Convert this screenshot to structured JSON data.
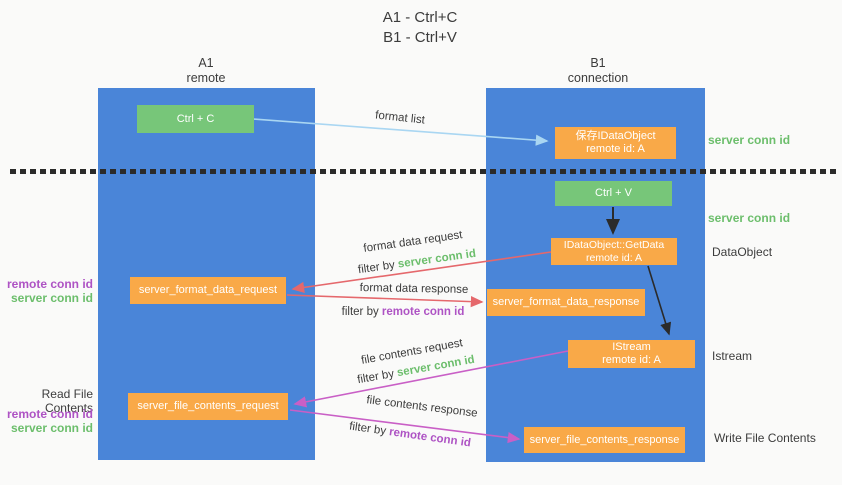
{
  "title": {
    "line1": "A1 - Ctrl+C",
    "line2": "B1 - Ctrl+V"
  },
  "lanes": {
    "left": {
      "name": "A1",
      "role": "remote"
    },
    "right": {
      "name": "B1",
      "role": "connection"
    }
  },
  "boxes": {
    "ctrl_c": {
      "label": "Ctrl + C"
    },
    "save_dataobject": {
      "line1": "保存IDataObject",
      "line2": "remote id: A"
    },
    "ctrl_v": {
      "label": "Ctrl + V"
    },
    "getdata": {
      "line1": "IDataObject::GetData",
      "line2": "remote id: A"
    },
    "format_request": {
      "label": "server_format_data_request"
    },
    "format_response": {
      "label": "server_format_data_response"
    },
    "istream": {
      "line1": "IStream",
      "line2": "remote id: A"
    },
    "file_request": {
      "label": "server_file_contents_request"
    },
    "file_response": {
      "label": "server_file_contents_response"
    }
  },
  "side_labels": {
    "server_conn_id_top": "server conn id",
    "server_conn_id_mid": "server conn id",
    "dataobject": "DataObject",
    "istream": "Istream",
    "write_file_contents": "Write File Contents",
    "read_file_contents": "Read File Contents",
    "remote_conn_id": "remote conn id",
    "server_conn_id": "server conn id"
  },
  "flow_labels": {
    "format_list": "format list",
    "format_data_request": "format data request",
    "format_data_response": "format data response",
    "file_contents_request": "file contents request",
    "file_contents_response": "file contents response",
    "filter_by": "filter by ",
    "server_conn_id": "server conn id",
    "remote_conn_id": "remote conn id"
  },
  "colors": {
    "lane_blue": "#4a85d8",
    "box_orange": "#f9a948",
    "box_green": "#77c679",
    "text_green": "#6cbe6c",
    "text_purple": "#ae53c4",
    "arrow_red": "#e5686c",
    "arrow_magenta": "#c95fc6",
    "arrow_blue": "#a9d6f2",
    "arrow_black": "#2b2b2b",
    "text_dark": "#3c3c3c"
  }
}
